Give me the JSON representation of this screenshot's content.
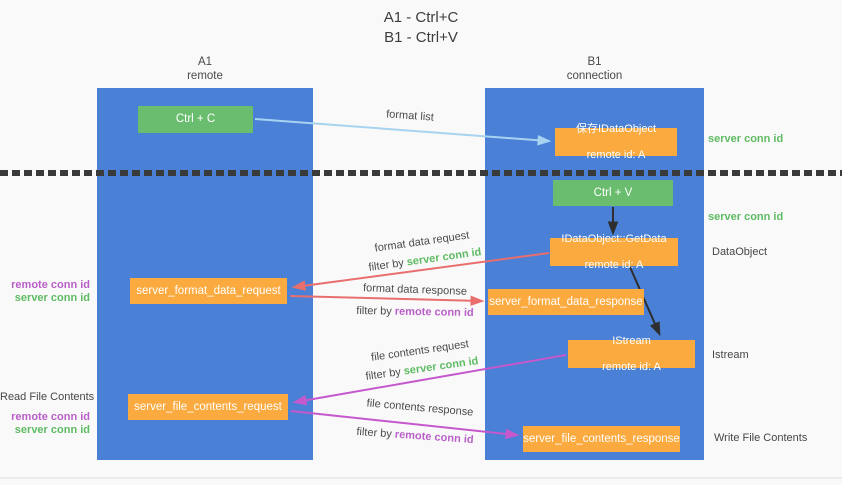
{
  "title": {
    "line1": "A1 - Ctrl+C",
    "line2": "B1 - Ctrl+V"
  },
  "columns": {
    "left": {
      "title": "A1",
      "subtitle": "remote"
    },
    "right": {
      "title": "B1",
      "subtitle": "connection"
    }
  },
  "nodes": {
    "ctrl_c": {
      "label": "Ctrl + C"
    },
    "save_idataobject": {
      "line1": "保存IDataObject",
      "line2": "remote id: A"
    },
    "ctrl_v": {
      "label": "Ctrl + V"
    },
    "getdata": {
      "line1": "IDataObject::GetData",
      "line2": "remote id: A"
    },
    "server_format_data_request": {
      "label": "server_format_data_request"
    },
    "server_format_data_response": {
      "label": "server_format_data_response"
    },
    "istream": {
      "line1": "IStream",
      "line2": "remote id: A"
    },
    "server_file_contents_request": {
      "label": "server_file_contents_request"
    },
    "server_file_contents_response": {
      "label": "server_file_contents_response"
    }
  },
  "arrows": {
    "format_list": {
      "label": "format list"
    },
    "format_data_request": {
      "label": "format data request",
      "filter_prefix": "filter by ",
      "filter_key": "server conn id"
    },
    "format_data_response": {
      "label": "format data response",
      "filter_prefix": "filter by ",
      "filter_key": "remote conn id"
    },
    "file_contents_request": {
      "label": "file contents request",
      "filter_prefix": "filter by ",
      "filter_key": "server conn id"
    },
    "file_contents_response": {
      "label": "file contents response",
      "filter_prefix": "filter by ",
      "filter_key": "remote conn id"
    }
  },
  "annotations": {
    "right_server_conn_id_top": "server conn id",
    "right_server_conn_id_mid": "server conn id",
    "right_dataobject": "DataObject",
    "right_istream": "Istream",
    "right_write_file_contents": "Write File Contents",
    "left_remote_conn_id_top": "remote conn id",
    "left_server_conn_id_top": "server conn id",
    "left_read_file_contents": "Read File Contents",
    "left_remote_conn_id_bottom": "remote conn id",
    "left_server_conn_id_bottom": "server conn id"
  },
  "colors": {
    "column_blue": "#4a80d5",
    "node_orange": "#fbaa3f",
    "node_green": "#6abd6e",
    "arrow_red": "#e96e6e",
    "arrow_magenta": "#c558cc",
    "arrow_light_blue": "#a8d3f0",
    "arrow_black": "#2e2e2e",
    "label_green": "#5fbb63",
    "label_purple": "#b95fc8"
  }
}
